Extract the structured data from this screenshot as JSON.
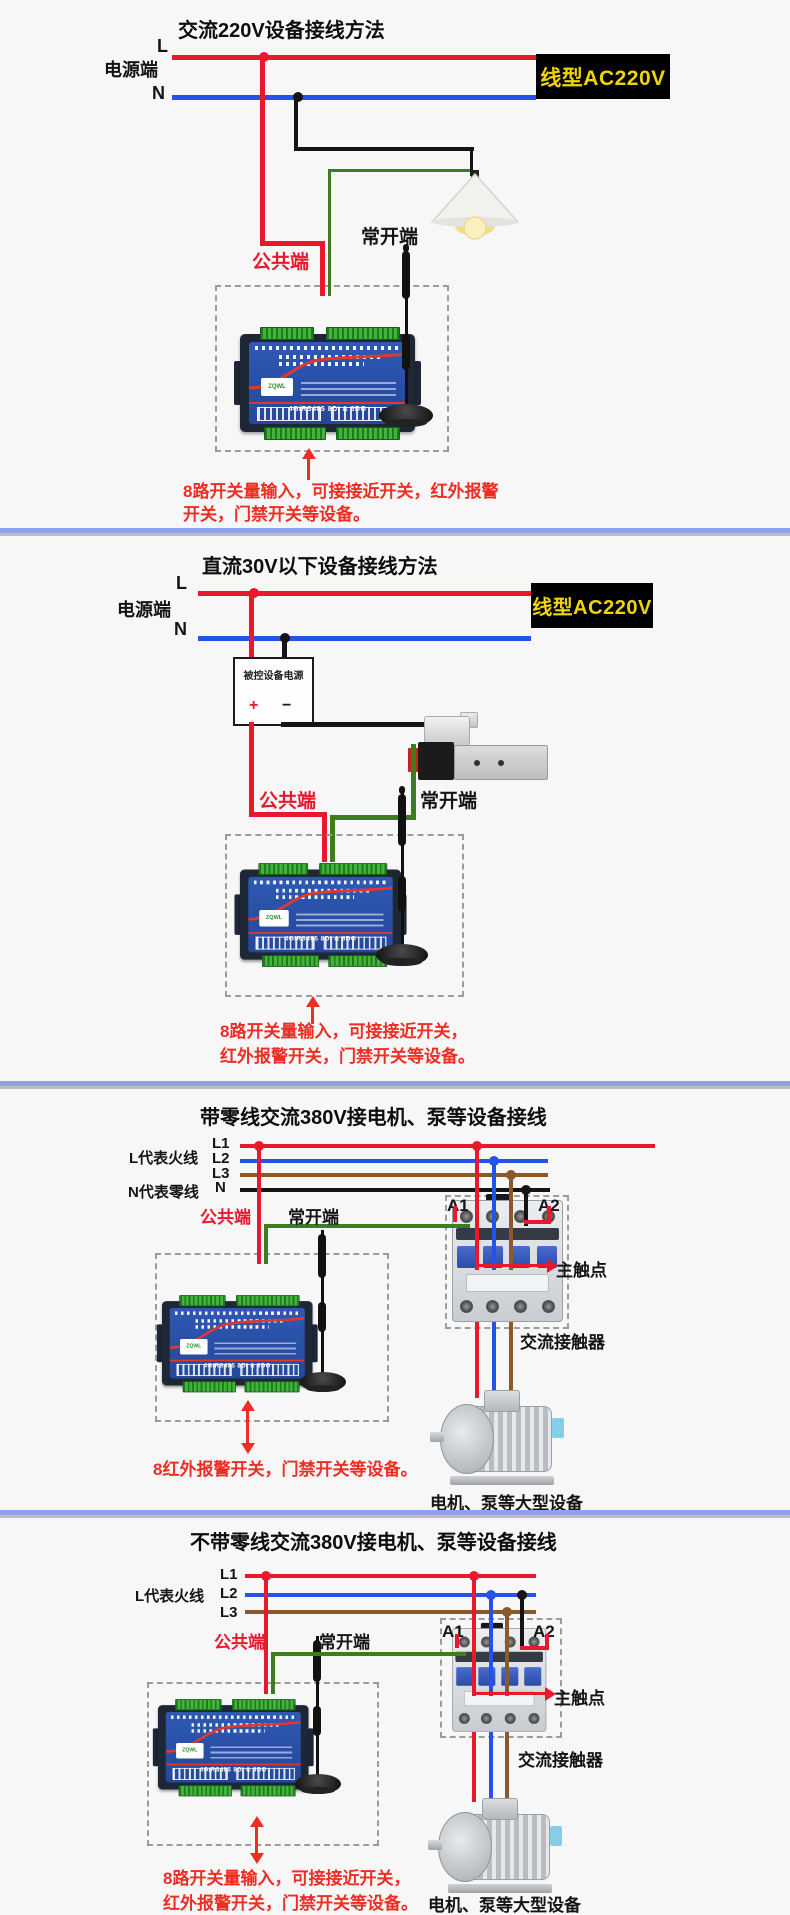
{
  "colors": {
    "background": "#f7f7f7",
    "wire_red": "#e8192c",
    "wire_blue": "#2353e8",
    "wire_green": "#3c7d1f",
    "wire_brown": "#8a5a2b",
    "wire_black": "#141414",
    "badge_bg": "#000000",
    "badge_text": "#f0d40a",
    "note_red": "#ee2d23",
    "divider": "#8fa2e8"
  },
  "device": {
    "brand": "ZQWL",
    "label": "4G/RS485  8DI & 8DO"
  },
  "panel1": {
    "title": "交流220V设备接线方法",
    "power_label": "电源端",
    "l": "L",
    "n": "N",
    "badge": "线型AC220V",
    "common": "公共端",
    "normally_open": "常开端",
    "note1": "8路开关量输入，可接接近开关，红外报警",
    "note2": "开关，门禁开关等设备。"
  },
  "panel2": {
    "title": "直流30V以下设备接线方法",
    "power_label": "电源端",
    "l": "L",
    "n": "N",
    "badge": "线型AC220V",
    "controlled_supply": "被控设备电源",
    "plus": "+",
    "minus": "−",
    "common": "公共端",
    "normally_open": "常开端",
    "note1": "8路开关量输入，可接接近开关，",
    "note2": "红外报警开关，门禁开关等设备。"
  },
  "panel3": {
    "title": "带零线交流380V接电机、泵等设备接线",
    "live_legend": "L代表火线",
    "neutral_legend": "N代表零线",
    "l1": "L1",
    "l2": "L2",
    "l3": "L3",
    "n": "N",
    "common": "公共端",
    "normally_open": "常开端",
    "a1": "A1",
    "a2": "A2",
    "main_contact": "主触点",
    "contactor": "交流接触器",
    "motor_caption": "电机、泵等大型设备",
    "note1": "8红外报警开关，门禁开关等设备。"
  },
  "panel4": {
    "title": "不带零线交流380V接电机、泵等设备接线",
    "live_legend": "L代表火线",
    "l1": "L1",
    "l2": "L2",
    "l3": "L3",
    "common": "公共端",
    "normally_open": "常开端",
    "a1": "A1",
    "a2": "A2",
    "main_contact": "主触点",
    "contactor": "交流接触器",
    "motor_caption": "电机、泵等大型设备",
    "note1": "8路开关量输入，可接接近开关，",
    "note2": "红外报警开关，门禁开关等设备。"
  }
}
